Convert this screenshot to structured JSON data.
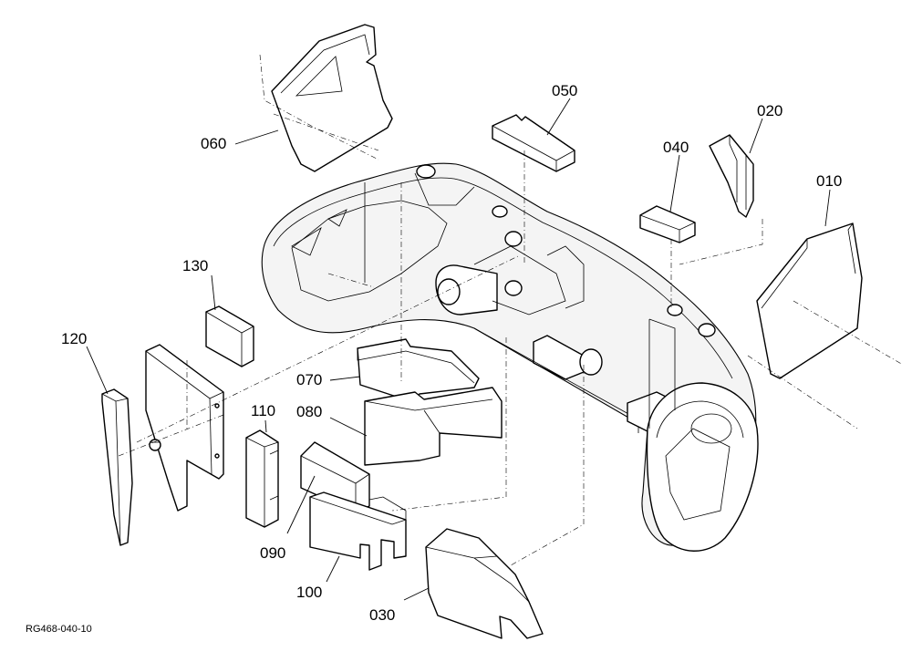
{
  "diagram": {
    "reference_code": "RG468-040-10",
    "labels": {
      "p010": "010",
      "p020": "020",
      "p030": "030",
      "p040": "040",
      "p050": "050",
      "p060": "060",
      "p070": "070",
      "p080": "080",
      "p090": "090",
      "p100": "100",
      "p110": "110",
      "p120": "120",
      "p130": "130"
    }
  }
}
